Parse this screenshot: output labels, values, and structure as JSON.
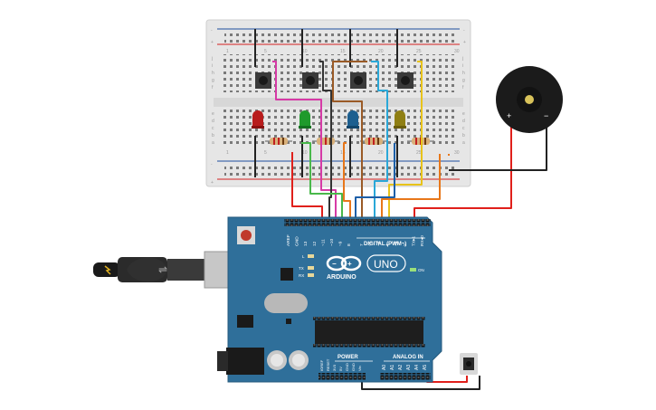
{
  "arduino": {
    "brand": "ARDUINO",
    "model": "UNO",
    "digital_label": "DIGITAL (PWM~)",
    "power_label": "POWER",
    "analog_label": "ANALOG IN",
    "on_label": "ON",
    "led_labels": [
      "L",
      "TX",
      "RX"
    ],
    "top_pins": [
      "AREF",
      "GND",
      "13",
      "12",
      "~11",
      "~10",
      "~9",
      "8",
      "7",
      "~6",
      "~5",
      "4",
      "~3",
      "2",
      "TX▸1",
      "RX◂0"
    ],
    "power_pins": [
      "IOREF",
      "RESET",
      "3V3",
      "5V",
      "GND",
      "GND",
      "Vin"
    ],
    "analog_pins": [
      "A0",
      "A1",
      "A2",
      "A3",
      "A4",
      "A5"
    ]
  },
  "breadboard": {
    "row_letters_top": [
      "j",
      "i",
      "h",
      "g",
      "f"
    ],
    "row_letters_bottom": [
      "e",
      "d",
      "c",
      "b",
      "a"
    ],
    "column_numbers": [
      "1",
      "5",
      "10",
      "15",
      "20",
      "25",
      "30"
    ],
    "rail_plus": "+",
    "rail_minus": "-"
  },
  "buzzer": {
    "plus": "+",
    "minus": "−"
  },
  "colors": {
    "board": "#2f6f9a",
    "breadboard": "#e6e6e6",
    "red_wire": "#e0201b",
    "black_wire": "#222222",
    "led_red": "#b81c1c",
    "led_green": "#1f9a2c",
    "led_blue": "#1d5f8f",
    "led_yellow": "#8f7f14"
  }
}
